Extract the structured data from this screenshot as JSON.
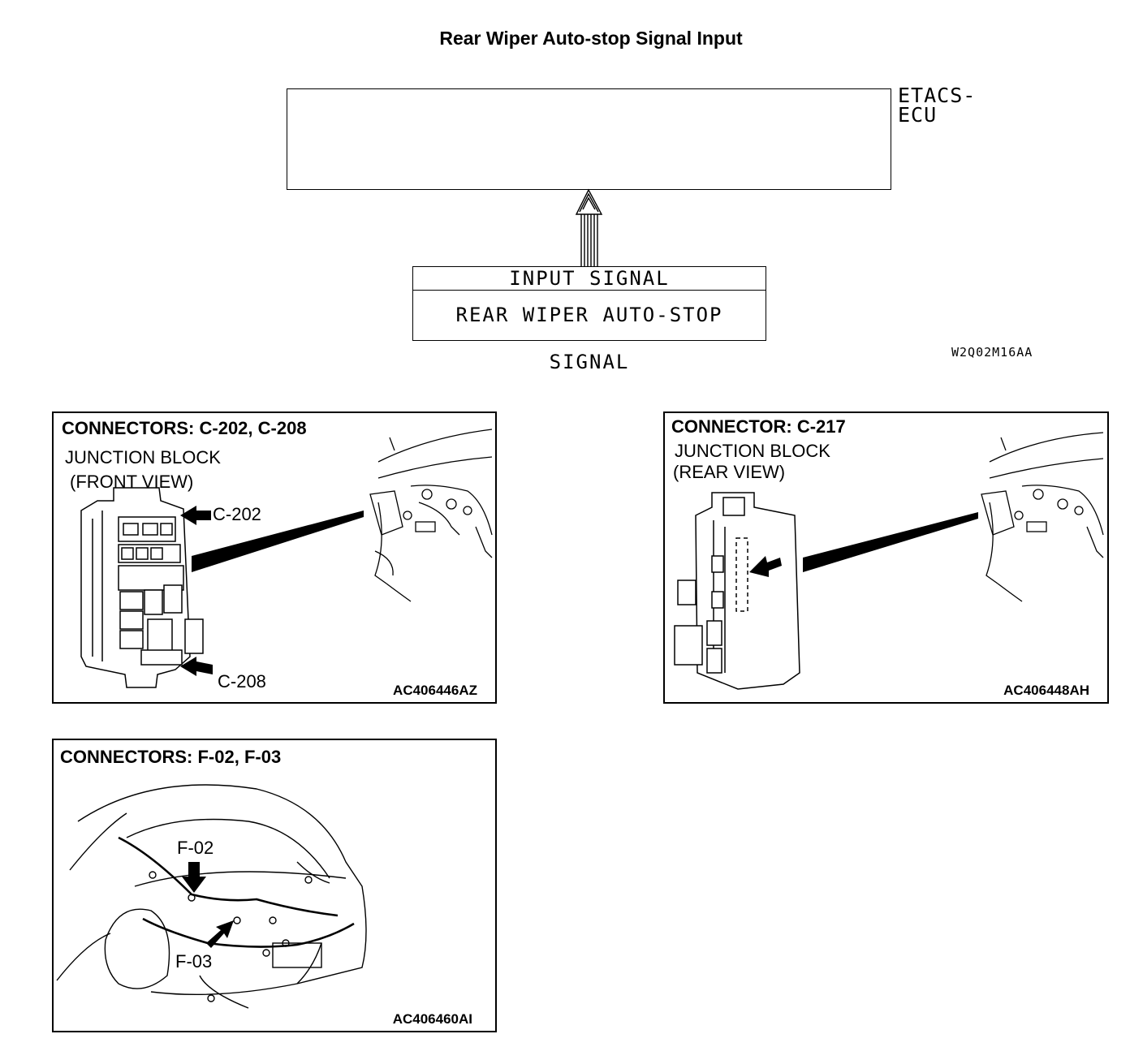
{
  "title": "Rear Wiper Auto-stop Signal Input",
  "block_diagram": {
    "ecu_label_line1": "ETACS-",
    "ecu_label_line2": "ECU",
    "input_header": "INPUT SIGNAL",
    "input_signal": "REAR WIPER AUTO-STOP SIGNAL",
    "figure_code": "W2Q02M16AA"
  },
  "panels": [
    {
      "title": "CONNECTORS: C-202, C-208",
      "subtitle_line1": "JUNCTION BLOCK",
      "subtitle_line2": "(FRONT VIEW)",
      "callouts": [
        "C-202",
        "C-208"
      ],
      "code": "AC406446AZ"
    },
    {
      "title": "CONNECTOR: C-217",
      "subtitle_line1": "JUNCTION BLOCK",
      "subtitle_line2": "(REAR VIEW)",
      "code": "AC406448AH"
    },
    {
      "title": "CONNECTORS: F-02, F-03",
      "callouts": [
        "F-02",
        "F-03"
      ],
      "code": "AC406460AI"
    }
  ]
}
